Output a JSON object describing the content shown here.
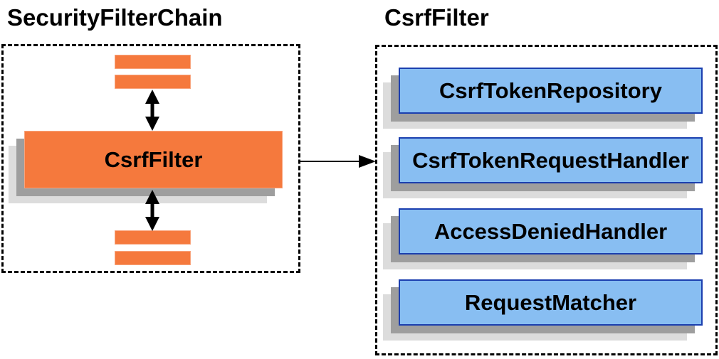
{
  "left_panel": {
    "title": "SecurityFilterChain",
    "filter_box_label": "CsrfFilter"
  },
  "right_panel": {
    "title": "CsrfFilter",
    "components": [
      {
        "label": "CsrfTokenRepository"
      },
      {
        "label": "CsrfTokenRequestHandler"
      },
      {
        "label": "AccessDeniedHandler"
      },
      {
        "label": "RequestMatcher"
      }
    ]
  },
  "colors": {
    "background": "#FFFFFF",
    "orange_fill": "#F5793D",
    "orange_border": "#F8A47D",
    "blue_fill": "#88BEF2",
    "blue_border": "#1B3FAF",
    "shadow_dark": "#9E9E9E",
    "shadow_light": "#DCDCDC",
    "line_color": "#000000"
  }
}
